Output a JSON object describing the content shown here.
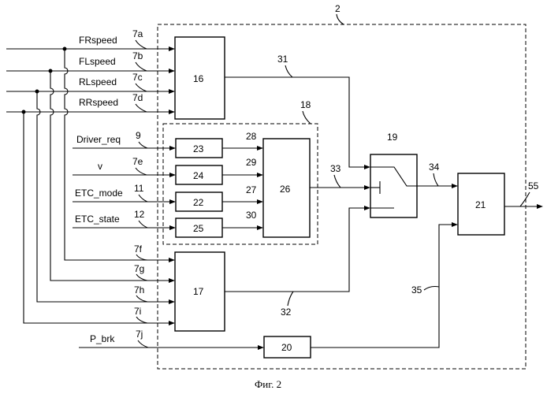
{
  "outer_block": "2",
  "sub_block": "18",
  "blocks": {
    "b16": "16",
    "b17": "17",
    "b19": "19",
    "b20": "20",
    "b21": "21",
    "b22": "22",
    "b23": "23",
    "b24": "24",
    "b25": "25",
    "b26": "26"
  },
  "inputs": {
    "fr_speed": {
      "label": "FRspeed",
      "ref": "7a"
    },
    "fl_speed": {
      "label": "FLspeed",
      "ref": "7b"
    },
    "rl_speed": {
      "label": "RLspeed",
      "ref": "7c"
    },
    "rr_speed": {
      "label": "RRspeed",
      "ref": "7d"
    },
    "driver_req": {
      "label": "Driver_req",
      "ref": "9"
    },
    "v": {
      "label": "v",
      "ref": "7e"
    },
    "etc_mode": {
      "label": "ETC_mode",
      "ref": "11"
    },
    "etc_state": {
      "label": "ETC_state",
      "ref": "12"
    },
    "ref_7f": "7f",
    "ref_7g": "7g",
    "ref_7h": "7h",
    "ref_7i": "7i",
    "p_brk": {
      "label": "P_brk",
      "ref": "7j"
    }
  },
  "signals": {
    "s27": "27",
    "s28": "28",
    "s29": "29",
    "s30": "30",
    "s31": "31",
    "s32": "32",
    "s33": "33",
    "s34": "34",
    "s35": "35",
    "s55": "55"
  },
  "caption": "Фиг. 2"
}
